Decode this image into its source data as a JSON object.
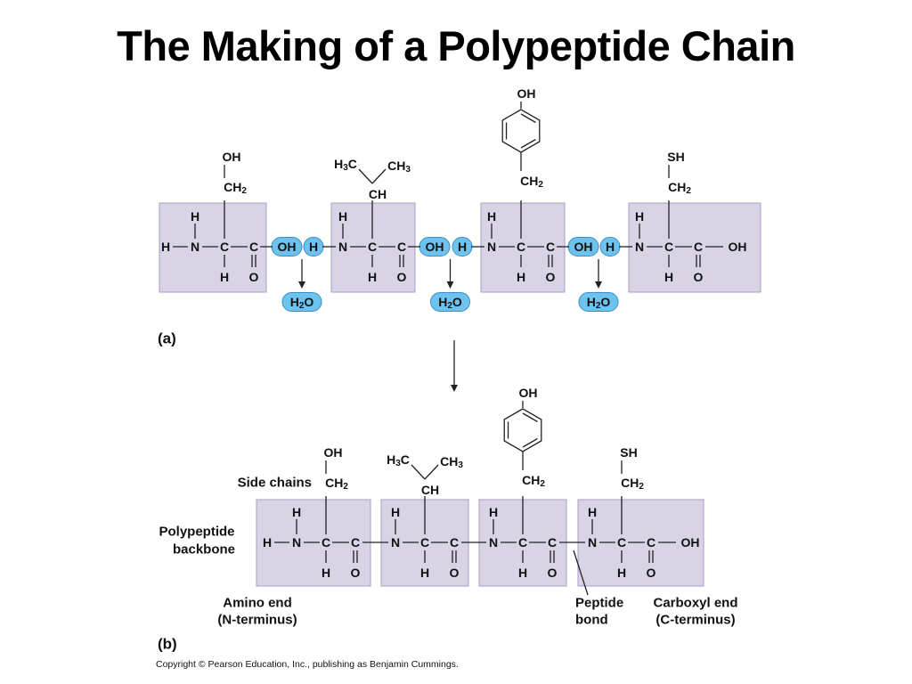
{
  "slide": {
    "title": "The Making of a Polypeptide Chain",
    "copyright": "Copyright © Pearson Education, Inc., publishing as Benjamin Cummings."
  },
  "panels": {
    "a": "(a)",
    "b": "(b)"
  },
  "groups": {
    "oh": "OH",
    "h": "H",
    "n": "N",
    "c": "C",
    "o": "O",
    "ch": "CH",
    "ch2": "CH",
    "h3c": "H",
    "ch3": "CH",
    "sh": "SH",
    "water_h": "H",
    "water_o": "O",
    "sub2": "2",
    "sub3": "3"
  },
  "labels": {
    "side_chains": "Side chains",
    "backbone_line1": "Polypeptide",
    "backbone_line2": "backbone",
    "amino_end_line1": "Amino end",
    "amino_end_line2": "(N-terminus)",
    "peptide_bond_line1": "Peptide",
    "peptide_bond_line2": "bond",
    "carboxyl_end_line1": "Carboxyl end",
    "carboxyl_end_line2": "(C-terminus)"
  }
}
